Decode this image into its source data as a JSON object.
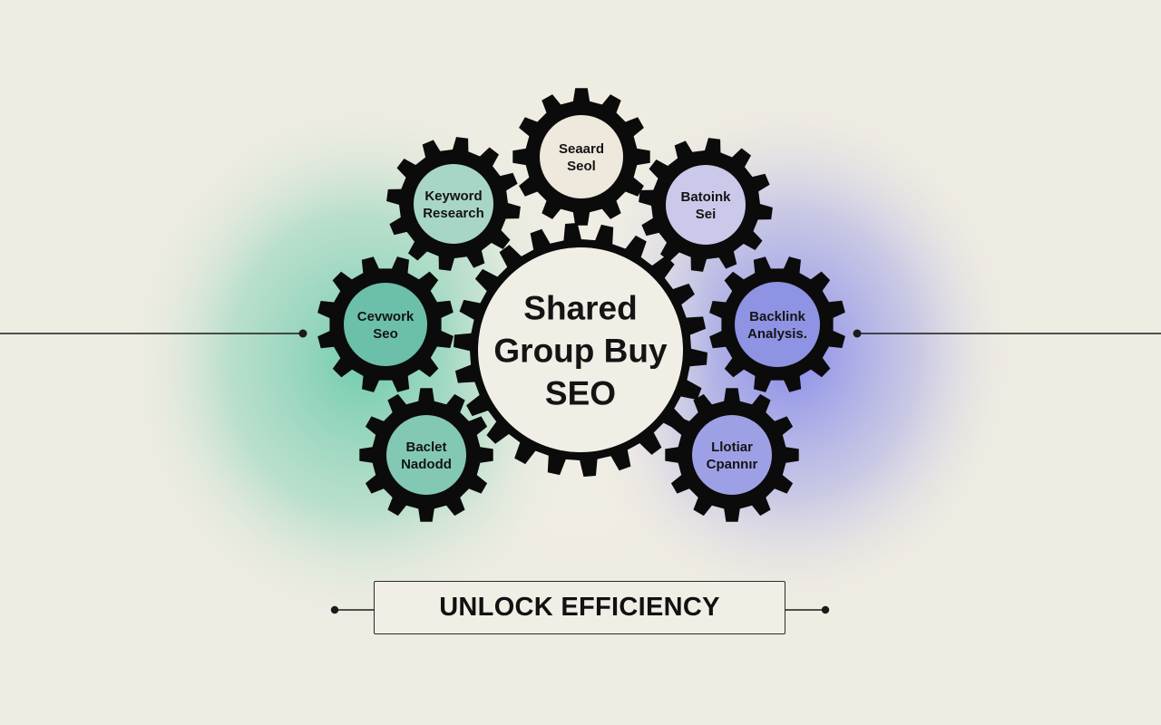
{
  "diagram": {
    "center_gear": {
      "lines": [
        "Shared",
        "Group Buy",
        "SEO"
      ],
      "color": "#f1eee6"
    },
    "satellite_gears": [
      {
        "id": "top",
        "lines": [
          "Seaard",
          "Seol"
        ],
        "color": "#eee8dd"
      },
      {
        "id": "upper-left",
        "lines": [
          "Keyword",
          "Research"
        ],
        "color": "#a8d6c6"
      },
      {
        "id": "upper-right",
        "lines": [
          "Batoink",
          "Sei"
        ],
        "color": "#cbc9ea"
      },
      {
        "id": "mid-left",
        "lines": [
          "Cevwork",
          "Seo"
        ],
        "color": "#6cc0a9"
      },
      {
        "id": "mid-right",
        "lines": [
          "Backlink",
          "Analysis."
        ],
        "color": "#8e93e3"
      },
      {
        "id": "lower-left",
        "lines": [
          "Baclet",
          "Nadodd"
        ],
        "color": "#83c8b5"
      },
      {
        "id": "lower-right",
        "lines": [
          "Llotiar",
          "Cpannır"
        ],
        "color": "#9ea0e6"
      }
    ],
    "cta": {
      "label": "UNLOCK EFFICIENCY"
    }
  },
  "colors": {
    "background": "#efece2",
    "glow_left": "#5ec7a5",
    "glow_right": "#7b80ea",
    "gear_outline": "#0b0b0b"
  }
}
